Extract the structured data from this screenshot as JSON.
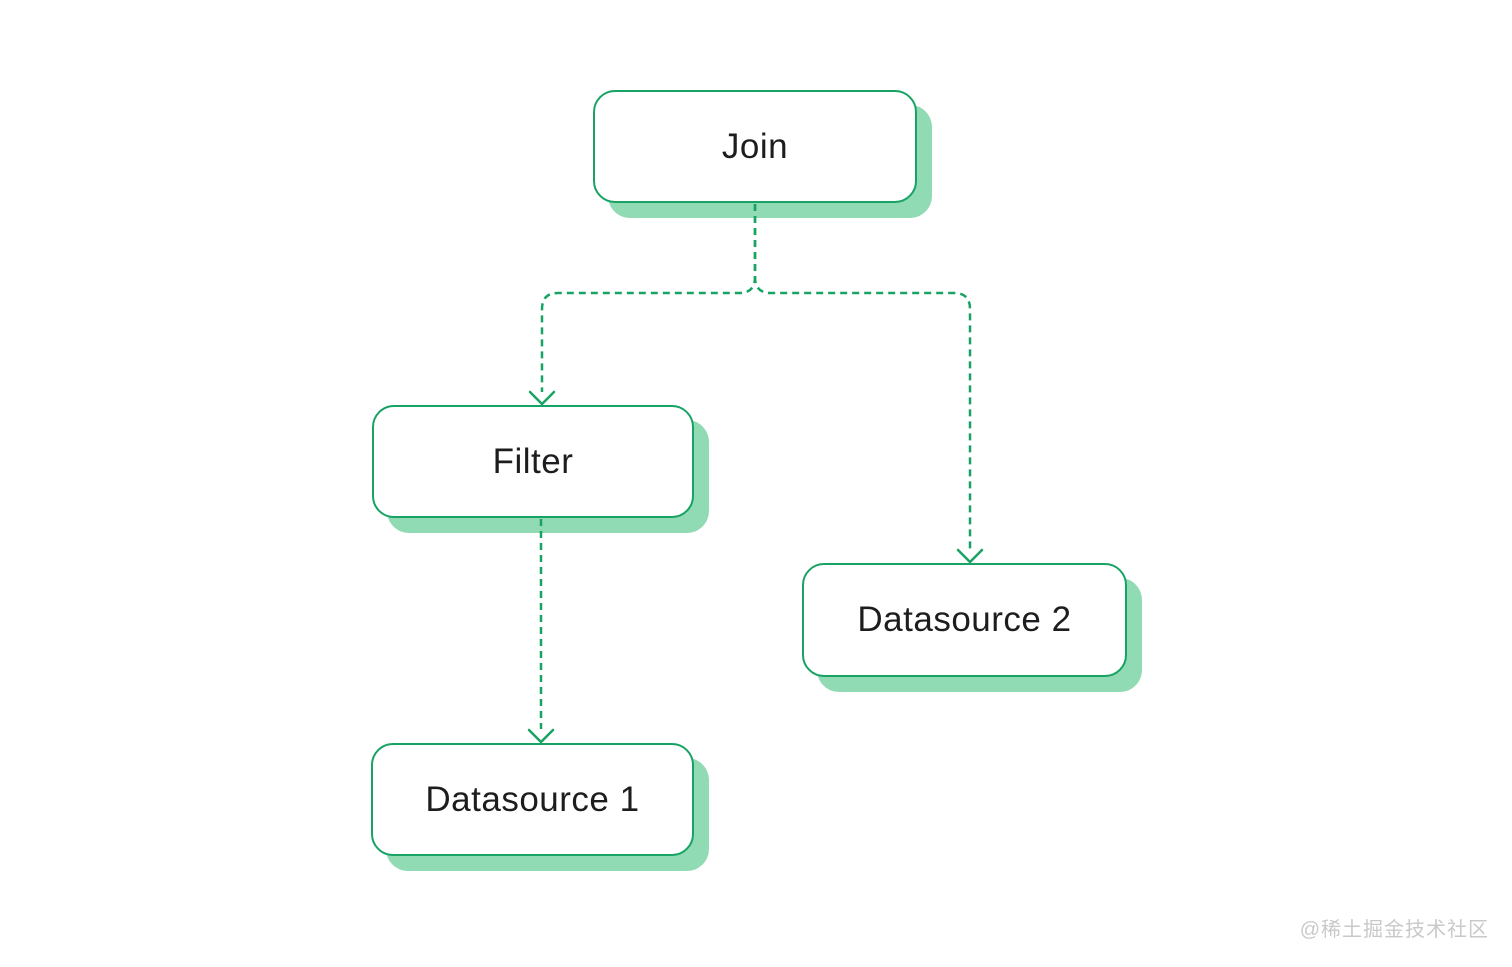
{
  "diagram": {
    "type": "flowchart",
    "direction": "top-down",
    "nodes": [
      {
        "id": "join",
        "label": "Join"
      },
      {
        "id": "filter",
        "label": "Filter"
      },
      {
        "id": "datasource2",
        "label": "Datasource 2"
      },
      {
        "id": "datasource1",
        "label": "Datasource 1"
      }
    ],
    "edges": [
      {
        "from": "join",
        "to": "filter",
        "line_style": "dashed",
        "arrow": "open-chevron"
      },
      {
        "from": "join",
        "to": "datasource2",
        "line_style": "dashed",
        "arrow": "open-chevron"
      },
      {
        "from": "filter",
        "to": "datasource1",
        "line_style": "dashed",
        "arrow": "open-chevron"
      }
    ],
    "colors": {
      "stroke_green": "#18a364",
      "shadow_mint": "#90dab4",
      "node_fill": "#ffffff",
      "node_text": "#1d1d1f",
      "background": "#ffffff",
      "watermark_gray": "#c9c9c9"
    }
  },
  "watermark": {
    "text": "@稀土掘金技术社区"
  }
}
